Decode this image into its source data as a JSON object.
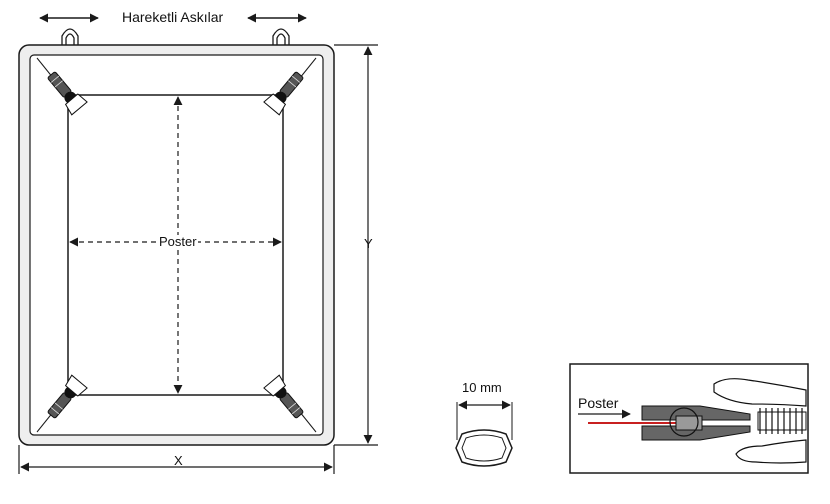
{
  "labels": {
    "hangers": "Hareketli Askılar",
    "poster": "Poster",
    "y": "Y",
    "x": "X",
    "gap": "10 mm",
    "inset_poster": "Poster"
  },
  "colors": {
    "line": "#1a1a1a",
    "frame_fill": "#eeeeee",
    "inset_arrow": "#c00000"
  }
}
